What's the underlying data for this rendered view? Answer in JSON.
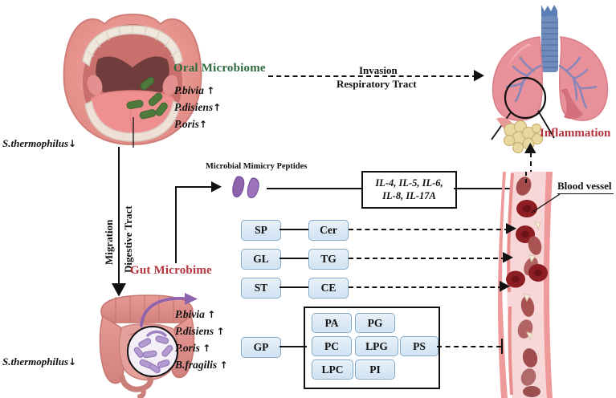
{
  "figure": {
    "title": "Oral and gut microbiome dysbiosis driving systemic inflammation",
    "colors": {
      "oral_green": "#2d6a3e",
      "gut_red": "#b4343c",
      "inflammation_red": "#b4343c",
      "node_fill": "#cfe2f2",
      "node_border": "#7ea7c7",
      "peptide_purple": "#8e63ae",
      "vessel_pink": "#f0a7a7",
      "rbc_dark_red": "#8c1d23",
      "lung_pink": "#e7929b",
      "trachea_blue": "#5b7fb4",
      "bronchi_purple": "#8a87b8",
      "mouth_pink": "#ef9a94",
      "tooth_cream": "#efe6dc",
      "intestine_pink": "#d98c8c",
      "arrow_black": "#111111"
    }
  },
  "oral": {
    "title": "Oral Microbiome",
    "species": [
      {
        "name": "P.bivia",
        "trend": "↑"
      },
      {
        "name": "P.disiens",
        "trend": "↑"
      },
      {
        "name": "P.oris",
        "trend": "↑"
      }
    ],
    "decreased": {
      "name": "S.thermophilus",
      "trend": "↓"
    }
  },
  "gut": {
    "title": "Gut Microbime",
    "species": [
      {
        "name": "P.bivia",
        "trend": "↑"
      },
      {
        "name": "P.disiens",
        "trend": "↑"
      },
      {
        "name": "P.oris",
        "trend": "↑"
      },
      {
        "name": "B.fragilis",
        "trend": "↑"
      }
    ],
    "decreased": {
      "name": "S.thermophilus",
      "trend": "↓"
    }
  },
  "pathways": {
    "invasion_line1": "Invasion",
    "invasion_line2": "Respiratory Tract",
    "migration": "Migration",
    "digestive_tract": "Digestive Tract"
  },
  "peptides": {
    "label": "Microbial Mimicry Peptides"
  },
  "cytokines": {
    "line1": "IL-4, IL-5, IL-6,",
    "line2": "IL-8, IL-17A"
  },
  "lungs": {
    "inflammation_label": "Inflammation"
  },
  "vessel": {
    "label": "Blood vessel"
  },
  "lipids": {
    "pairs": [
      {
        "source": "SP",
        "product": "Cer"
      },
      {
        "source": "GL",
        "product": "TG"
      },
      {
        "source": "ST",
        "product": "CE"
      }
    ],
    "gp": {
      "source": "GP",
      "members": [
        "PA",
        "PG",
        "PC",
        "LPG",
        "LPC",
        "PI"
      ],
      "external": "PS"
    }
  }
}
